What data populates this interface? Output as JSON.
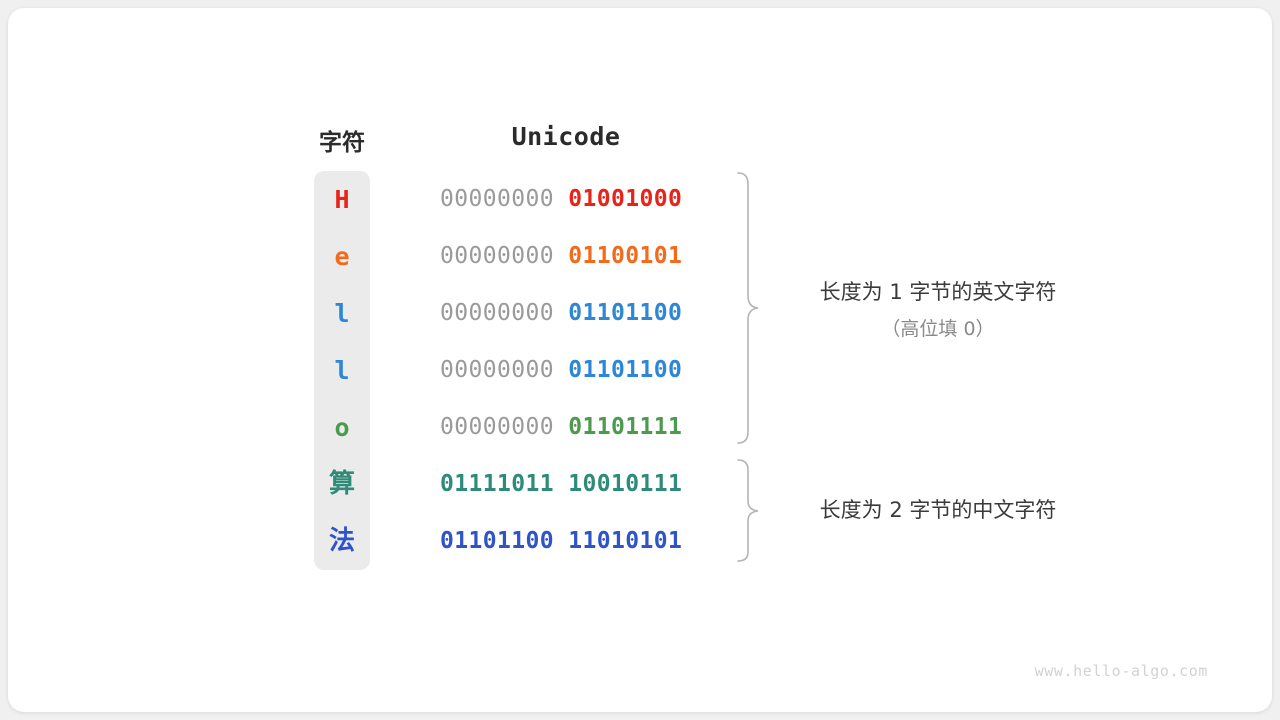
{
  "canvas": {
    "background": "#f0f0f0",
    "card_background": "#ffffff"
  },
  "headers": {
    "char_column": "字符",
    "unicode_column": "Unicode"
  },
  "panel": {
    "background": "#ebebeb"
  },
  "rows": [
    {
      "char": "H",
      "script": "latin",
      "color": "#e8241a",
      "pad_bits": "00000000",
      "main_bits": "01001000",
      "group": "ascii"
    },
    {
      "char": "e",
      "script": "latin",
      "color": "#f26b1d",
      "pad_bits": "00000000",
      "main_bits": "01100101",
      "group": "ascii"
    },
    {
      "char": "l",
      "script": "latin",
      "color": "#2e86d6",
      "pad_bits": "00000000",
      "main_bits": "01101100",
      "group": "ascii"
    },
    {
      "char": "l",
      "script": "latin",
      "color": "#2e86d6",
      "pad_bits": "00000000",
      "main_bits": "01101100",
      "group": "ascii"
    },
    {
      "char": "o",
      "script": "latin",
      "color": "#4c9a4c",
      "pad_bits": "00000000",
      "main_bits": "01101111",
      "group": "ascii"
    },
    {
      "char": "算",
      "script": "cjk",
      "color": "#2e8b7a",
      "pad_bits": "",
      "main_bits": "01111011 10010111",
      "group": "cjk"
    },
    {
      "char": "法",
      "script": "cjk",
      "color": "#2f53c8",
      "pad_bits": "",
      "main_bits": "01101100 11010101",
      "group": "cjk"
    }
  ],
  "annotations": {
    "ascii": {
      "main": "长度为 1 字节的英文字符",
      "sub": "（高位填 0）"
    },
    "cjk": {
      "main": "长度为 2 字节的中文字符"
    }
  },
  "braces": {
    "color": "#b4b4b4"
  },
  "watermark": "www.hello-algo.com"
}
